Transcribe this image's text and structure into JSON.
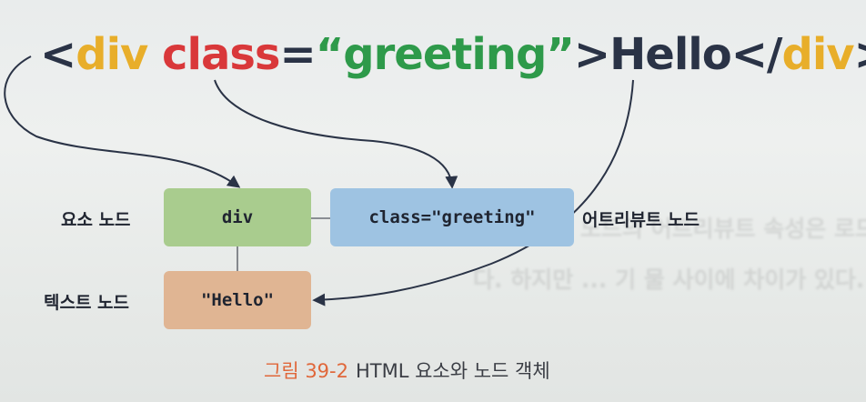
{
  "code": {
    "segments": [
      {
        "text": "<",
        "color": "#2a3346"
      },
      {
        "text": "div",
        "color": "#e8ae2a"
      },
      {
        "text": " ",
        "color": "#2a3346"
      },
      {
        "text": "class",
        "color": "#d9383a"
      },
      {
        "text": "=",
        "color": "#2a3346"
      },
      {
        "text": "“greeting”",
        "color": "#2e9a4a"
      },
      {
        "text": ">Hello</",
        "color": "#2a3346"
      },
      {
        "text": "div",
        "color": "#e8ae2a"
      },
      {
        "text": ">",
        "color": "#2a3346"
      }
    ]
  },
  "nodes": {
    "element": {
      "label": "요소 노드",
      "content": "div",
      "color": "#a9cc8e"
    },
    "attribute": {
      "label": "어트리뷰트 노드",
      "content": "class=\"greeting\"",
      "color": "#9ec3e2"
    },
    "text": {
      "label": "텍스트 노드",
      "content": "\"Hello\"",
      "color": "#e0b593"
    }
  },
  "caption": {
    "number": "그림 39-2",
    "title": "HTML 요소와 노드 객체"
  },
  "background_bleed": {
    "line1": "리뷰트를  ...  노드의 어트리뷰트 속성은 로드가",
    "line2": "다. 하지만 ...  기 물 사이에 차이가 있다."
  },
  "colors": {
    "arrow": "#2a3346",
    "connector": "#6b6f76"
  }
}
